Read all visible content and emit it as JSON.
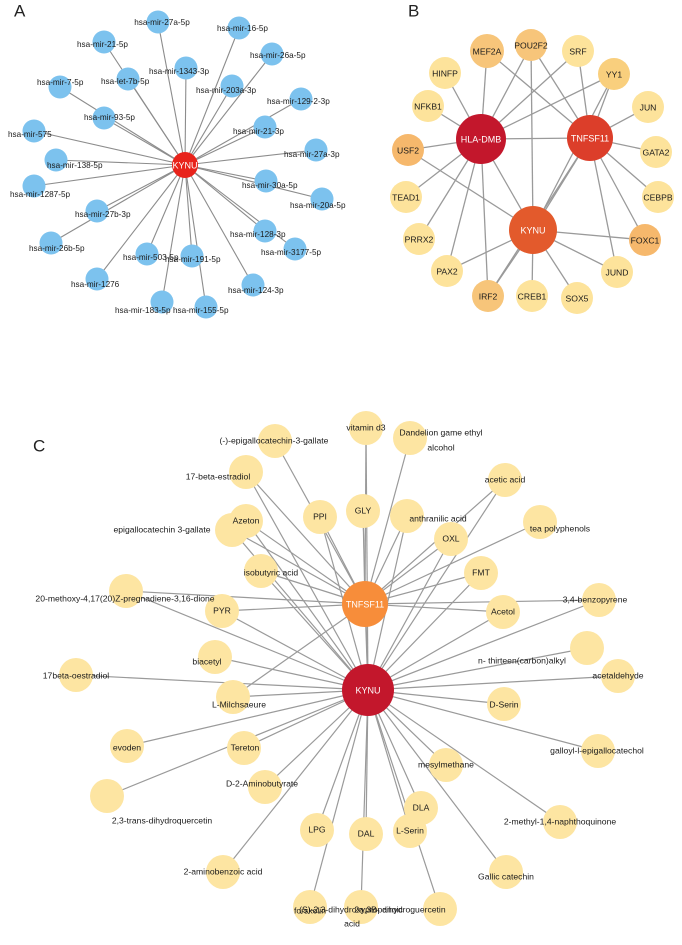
{
  "panels": {
    "A": {
      "letter": "A",
      "hub": {
        "label": "KYNU",
        "color": "#e8231b"
      },
      "node_color": "#7cc2ee",
      "nodes": [
        "hsa-mir-27a-5p",
        "hsa-mir-16-5p",
        "hsa-mir-21-5p",
        "hsa-mir-26a-5p",
        "hsa-mir-1343-3p",
        "hsa-let-7b-5p",
        "hsa-mir-7-5p",
        "hsa-mir-203a-3p",
        "hsa-mir-129-2-3p",
        "hsa-mir-93-5p",
        "hsa-mir-21-3p",
        "hsa-mir-575",
        "hsa-mir-27a-3p",
        "hsa-mir-138-5p",
        "hsa-mir-30a-5p",
        "hsa-mir-20a-5p",
        "hsa-mir-1287-5p",
        "hsa-mir-27b-3p",
        "hsa-mir-128-3p",
        "hsa-mir-26b-5p",
        "hsa-mir-503-5p",
        "hsa-mir-191-5p",
        "hsa-mir-3177-5p",
        "hsa-mir-1276",
        "hsa-mir-124-3p",
        "hsa-mir-183-5p",
        "hsa-mir-155-5p"
      ]
    },
    "B": {
      "letter": "B",
      "hubs": [
        {
          "label": "HLA-DMB",
          "color": "#c3172c"
        },
        {
          "label": "TNFSF11",
          "color": "#dc3e2a"
        },
        {
          "label": "KYNU",
          "color": "#e35a2c"
        }
      ],
      "nodes": [
        {
          "label": "MEF2A",
          "color": "#f7c57a"
        },
        {
          "label": "POU2F2",
          "color": "#f7c57a"
        },
        {
          "label": "SRF",
          "color": "#fde39b"
        },
        {
          "label": "HINFP",
          "color": "#fde39b"
        },
        {
          "label": "YY1",
          "color": "#f9cf7d"
        },
        {
          "label": "NFKB1",
          "color": "#fde39b"
        },
        {
          "label": "JUN",
          "color": "#fde39b"
        },
        {
          "label": "USF2",
          "color": "#f6b86c"
        },
        {
          "label": "GATA2",
          "color": "#fde39b"
        },
        {
          "label": "TEAD1",
          "color": "#fde39b"
        },
        {
          "label": "CEBPB",
          "color": "#fde39b"
        },
        {
          "label": "PRRX2",
          "color": "#fde39b"
        },
        {
          "label": "FOXC1",
          "color": "#f6b86c"
        },
        {
          "label": "PAX2",
          "color": "#fde39b"
        },
        {
          "label": "JUND",
          "color": "#fde39b"
        },
        {
          "label": "IRF2",
          "color": "#f7c57a"
        },
        {
          "label": "CREB1",
          "color": "#fde39b"
        },
        {
          "label": "SOX5",
          "color": "#fde39b"
        }
      ]
    },
    "C": {
      "letter": "C",
      "hubs": [
        {
          "label": "TNFSF11",
          "color": "#f78d3a"
        },
        {
          "label": "KYNU",
          "color": "#c3172c"
        }
      ],
      "node_color": "#fde5a2",
      "nodes": [
        "vitamin d3",
        "Dandelion game ethyl",
        "alcohol",
        "(-)-epigallocatechin-3-gallate",
        "17-beta-estradiol",
        "PPI",
        "GLY",
        "anthranilic acid",
        "acetic acid",
        "OXL",
        "epigallocatechin 3-gallate",
        "Azeton",
        "tea polyphenols",
        "isobutyric acid",
        "FMT",
        "20-methoxy-4,17(20)Z-pregnadiene-3,16-dione",
        "3,4-benzopyrene",
        "PYR",
        "Acetol",
        "n- thirteen(carbon)alkyl",
        "biacetyl",
        "acetaldehyde",
        "17beta-oestradiol",
        "L-Milchsaeure",
        "D-Serin",
        "evoden",
        "Tereton",
        "galloyl-l-epigallocatechol",
        "mesylmethane",
        "D-2-Aminobutyrate",
        "DLA",
        "LPG",
        "DAL",
        "L-Serin",
        "2,3-trans-dihydroquercetin",
        "2-methyl-1,4-naphthoquinone",
        "2-aminobenzoic acid",
        "Gallic catechin",
        "forskolin",
        "(S)-2,3-dihydroxypropanoic",
        "acid",
        "2a,3B- dihydroguercetin"
      ]
    }
  }
}
